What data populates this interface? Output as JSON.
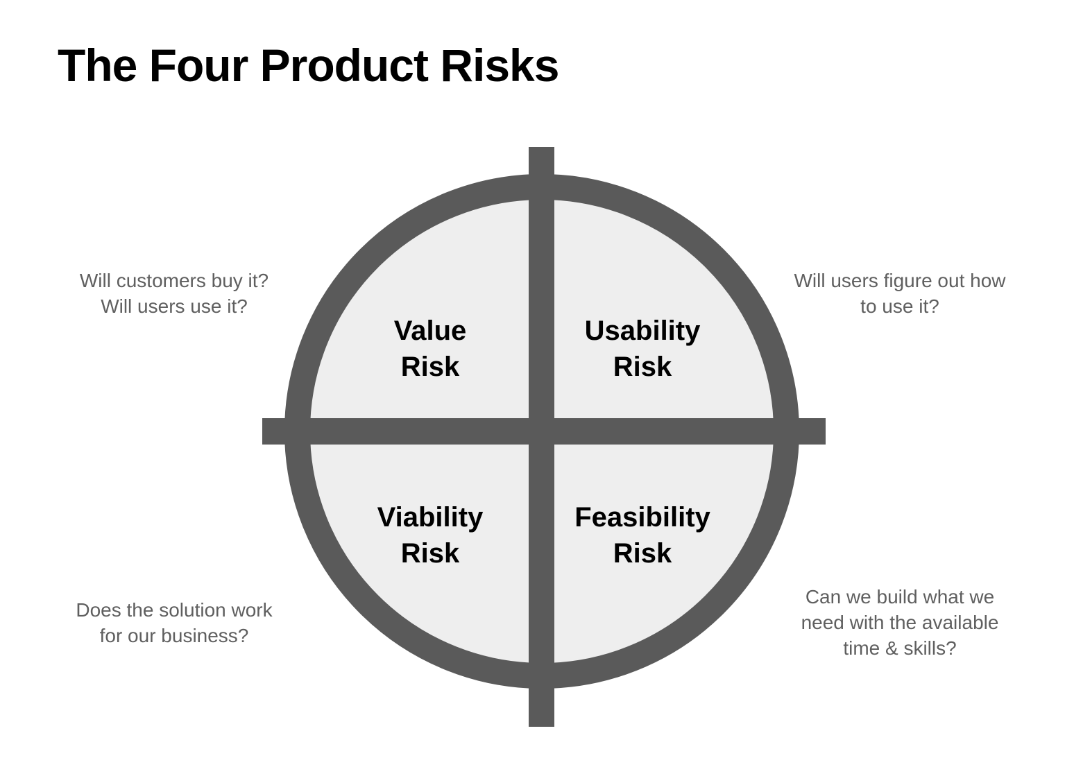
{
  "title": "The Four Product Risks",
  "colors": {
    "ring": "#5a5a5a",
    "fill": "#eeeeee",
    "label": "#000000",
    "note": "#5f5f5f",
    "background": "#ffffff"
  },
  "quadrants": [
    {
      "id": "value",
      "position": "top-left",
      "line1": "Value",
      "line2": "Risk",
      "question": [
        "Will customers buy it?",
        "Will users use it?"
      ]
    },
    {
      "id": "usability",
      "position": "top-right",
      "line1": "Usability",
      "line2": "Risk",
      "question": [
        "Will users figure out how",
        "to use it?"
      ]
    },
    {
      "id": "viability",
      "position": "bottom-left",
      "line1": "Viability",
      "line2": "Risk",
      "question": [
        "Does the solution work",
        "for our business?"
      ]
    },
    {
      "id": "feasibility",
      "position": "bottom-right",
      "line1": "Feasibility",
      "line2": "Risk",
      "question": [
        "Can we build what we",
        "need with the available",
        "time & skills?"
      ]
    }
  ]
}
